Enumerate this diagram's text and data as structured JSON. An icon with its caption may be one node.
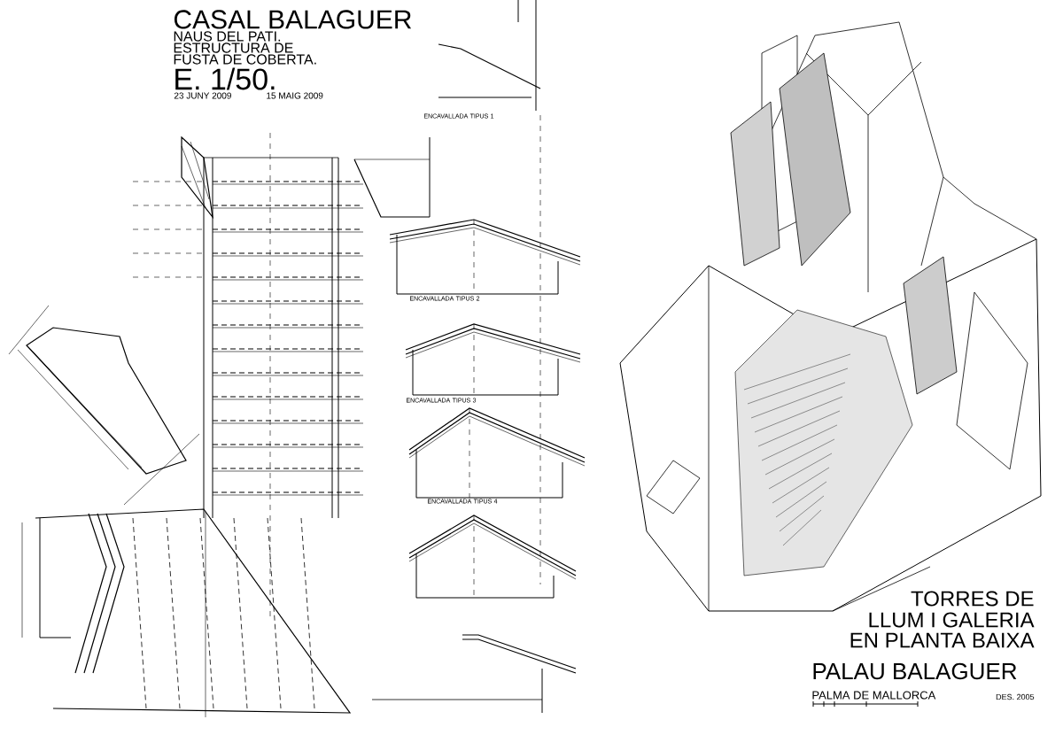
{
  "diagram": {
    "labels": [
      "CASAL BALAGUER",
      "NAUS DEL PATI.",
      "ESTRUCTURA DE",
      "FUSTA DE COBERTA.",
      "E. 1/50.",
      "23 JUNY 2009",
      "15 MAIG 2009",
      "ENCAVALLADA TIPUS 1",
      "ENCAVALLADA TIPUS 2",
      "ENCAVALLADA TIPUS 3",
      "ENCAVALLADA TIPUS 4",
      "TORRES DE",
      "LLUM I GALERIA",
      "EN PLANTA BAIXA",
      "PALAU BALAGUER",
      "PALMA DE MALLORCA",
      "DES. 2005"
    ]
  }
}
